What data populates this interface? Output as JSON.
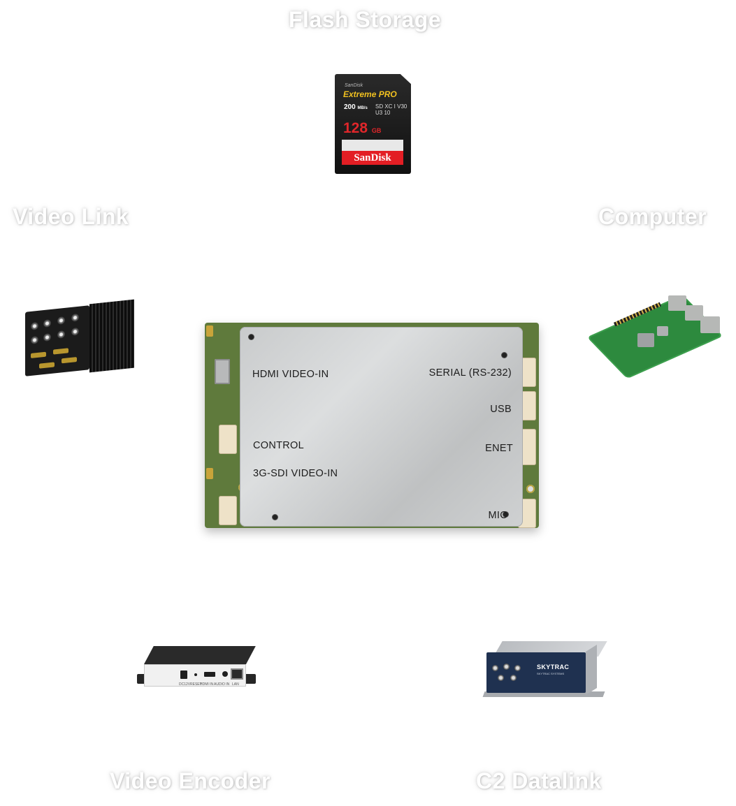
{
  "categories": {
    "flash_storage": "Flash Storage",
    "video_link": "Video Link",
    "computer": "Computer",
    "video_encoder": "Video Encoder",
    "c2_datalink": "C2 Datalink"
  },
  "sd_card": {
    "brand_small": "SanDisk",
    "series": "Extreme PRO",
    "speed": "200",
    "speed_unit": "MB/s",
    "capacity": "128",
    "capacity_unit": "GB",
    "brand": "SanDisk",
    "marks": "SD XC I V30 U3 10"
  },
  "board": {
    "ports": {
      "hdmi": "HDMI VIDEO-IN",
      "serial": "SERIAL (RS-232)",
      "usb": "USB",
      "control": "CONTROL",
      "enet": "ENET",
      "sdi": "3G-SDI VIDEO-IN",
      "mic": "MIC"
    }
  },
  "encoder": {
    "labels": [
      "DC12V",
      "RESET",
      "HDMI IN",
      "AUDIO IN",
      "LAN"
    ]
  },
  "datalink": {
    "brand": "SKYTRAC",
    "subtitle": "SKYTRAC SYSTEMS"
  }
}
